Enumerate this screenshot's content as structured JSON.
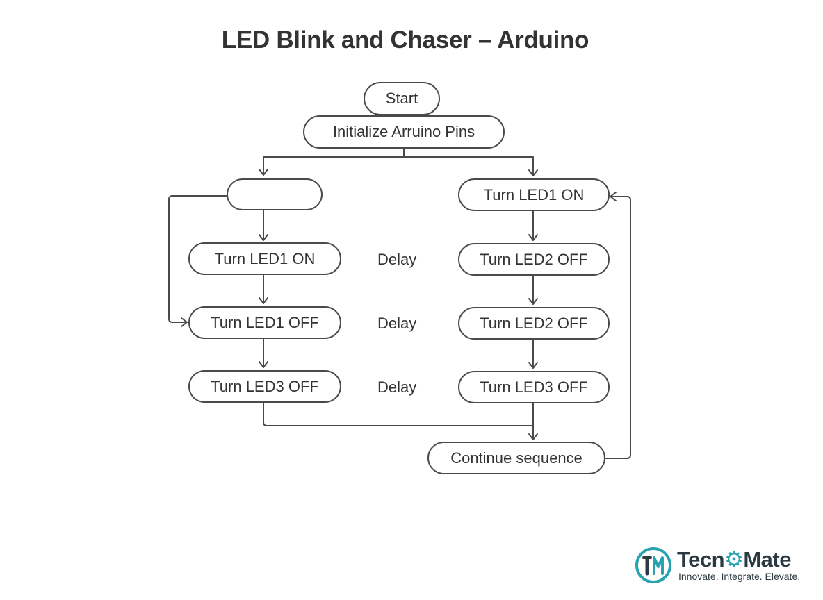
{
  "title": "LED Blink and Chaser – Arduino",
  "nodes": {
    "start": "Start",
    "init": "Initialize Arruino Pins",
    "left_top": "",
    "left_1": "Turn LED1 ON",
    "left_2": "Turn LED1 OFF",
    "left_3": "Turn LED3 OFF",
    "right_1": "Turn LED1 ON",
    "right_2": "Turn LED2 OFF",
    "right_3": "Turn LED2 OFF",
    "right_4": "Turn LED3 OFF",
    "continue": "Continue sequence"
  },
  "delays": [
    "Delay",
    "Delay",
    "Delay"
  ],
  "logo": {
    "word_prefix": "Tecn",
    "word_gear": "⚙",
    "word_suffix": "Mate",
    "tagline": "Innovate. Integrate. Elevate.",
    "icon": "tm-monogram-icon",
    "accent_color": "#2aa3b0",
    "text_color": "#2b3a42"
  },
  "colors": {
    "line": "#4a4a4a",
    "text": "#333333"
  }
}
